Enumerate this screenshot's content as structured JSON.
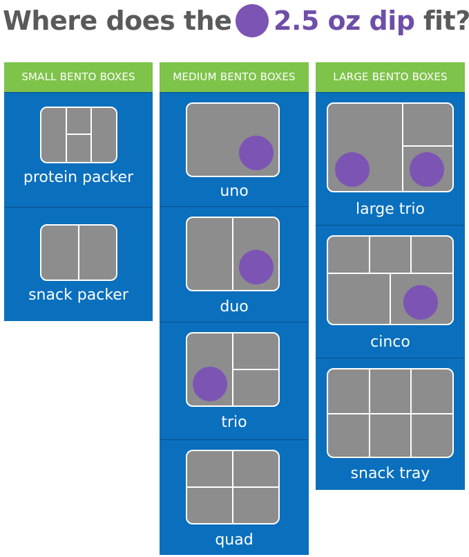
{
  "headline": {
    "question": "Where does the",
    "dip_text": "2.5 oz dip",
    "suffix": "fit?"
  },
  "colors": {
    "blue": "#0a6fbd",
    "green": "#7ec34a",
    "purple": "#7c54b4",
    "gray": "#8d8d8d"
  },
  "columns": [
    {
      "header": "SMALL BENTO BOXES",
      "items": [
        {
          "name": "protein packer",
          "dip_fits": false
        },
        {
          "name": "snack packer",
          "dip_fits": false
        }
      ]
    },
    {
      "header": "MEDIUM BENTO BOXES",
      "items": [
        {
          "name": "uno",
          "dip_fits": true
        },
        {
          "name": "duo",
          "dip_fits": true
        },
        {
          "name": "trio",
          "dip_fits": true
        },
        {
          "name": "quad",
          "dip_fits": false
        }
      ]
    },
    {
      "header": "LARGE BENTO BOXES",
      "items": [
        {
          "name": "large trio",
          "dip_fits": true
        },
        {
          "name": "cinco",
          "dip_fits": true
        },
        {
          "name": "snack tray",
          "dip_fits": false
        }
      ]
    }
  ]
}
